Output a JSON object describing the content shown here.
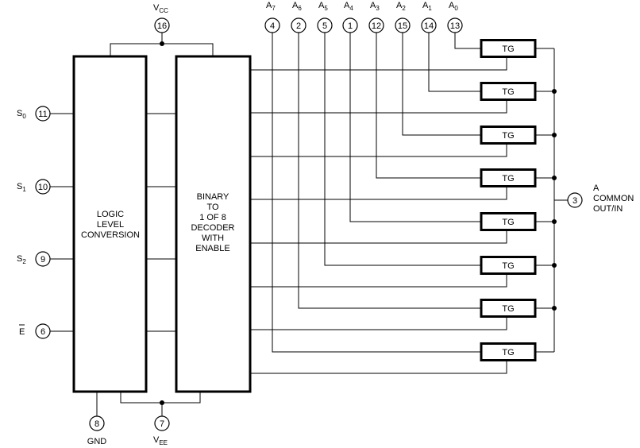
{
  "blocks": {
    "logic": {
      "lines": [
        "LOGIC",
        "LEVEL",
        "CONVERSION"
      ]
    },
    "decoder": {
      "lines": [
        "BINARY",
        "TO",
        "1 OF 8",
        "DECODER",
        "WITH",
        "ENABLE"
      ]
    }
  },
  "supply": {
    "vcc": {
      "pin": "16",
      "label": "V",
      "sub": "CC"
    },
    "vee": {
      "pin": "7",
      "label": "V",
      "sub": "EE"
    },
    "gnd": {
      "pin": "8",
      "label": "GND"
    }
  },
  "select_inputs": [
    {
      "pin": "11",
      "label": "S",
      "sub": "0"
    },
    {
      "pin": "10",
      "label": "S",
      "sub": "1"
    },
    {
      "pin": "9",
      "label": "S",
      "sub": "2"
    }
  ],
  "enable_input": {
    "pin": "6",
    "label": "E"
  },
  "channels": [
    {
      "pin": "4",
      "label": "A",
      "sub": "7"
    },
    {
      "pin": "2",
      "label": "A",
      "sub": "6"
    },
    {
      "pin": "5",
      "label": "A",
      "sub": "5"
    },
    {
      "pin": "1",
      "label": "A",
      "sub": "4"
    },
    {
      "pin": "12",
      "label": "A",
      "sub": "3"
    },
    {
      "pin": "15",
      "label": "A",
      "sub": "2"
    },
    {
      "pin": "14",
      "label": "A",
      "sub": "1"
    },
    {
      "pin": "13",
      "label": "A",
      "sub": "0"
    }
  ],
  "gate_label": "TG",
  "common": {
    "pin": "3",
    "lines": [
      "A",
      "COMMON",
      "OUT/IN"
    ]
  }
}
